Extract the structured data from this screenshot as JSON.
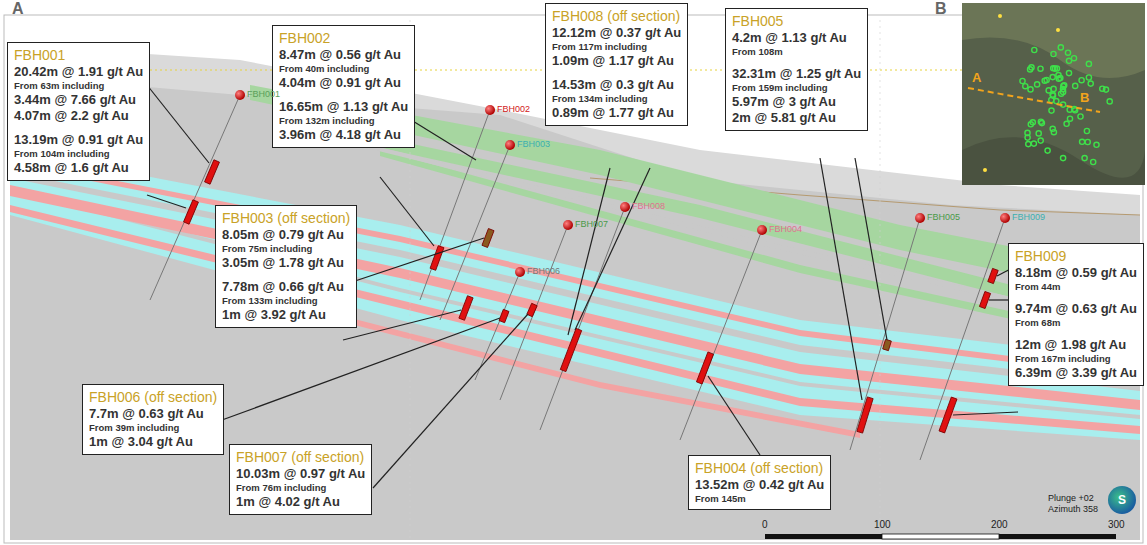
{
  "diagram": {
    "nodes": [
      {
        "text": [
          "FBH001",
          "20.42m @ 1.91 g/t Au",
          "From 63m including",
          "3.44m @ 7.66 g/t Au",
          "4.07m @ 2.2 g/t Au",
          "13.19m @ 0.91 g/t Au",
          "From 104m including",
          "4.58m @ 1.6 g/t Au"
        ]
      },
      {
        "text": [
          "FBH002",
          "8.47m @ 0.56 g/t Au",
          "From 40m including",
          "4.04m @ 0.91 g/t Au",
          "16.65m @ 1.13 g/t Au",
          "From 132m including",
          "3.96m @ 4.18 g/t Au"
        ]
      },
      {
        "text": [
          "FBH008 (off section)",
          "12.12m @ 0.37 g/t Au",
          "From 117m including",
          "1.09m @ 1.17 g/t Au",
          "14.53m @ 0.3 g/t Au",
          "From 134m including",
          "0.89m @ 1.77 g/t Au"
        ]
      },
      {
        "text": [
          "FBH005",
          "4.2m @ 1.13 g/t Au",
          "From 108m",
          "32.31m @ 1.25 g/t Au",
          "From 159m including",
          "5.97m @ 3 g/t Au",
          "2m @ 5.81 g/t Au"
        ]
      },
      {
        "text": [
          "FBH003 (off section)",
          "8.05m @ 0.79 g/t Au",
          "From 75m including",
          "3.05m @ 1.78 g/t Au",
          "7.78m @ 0.66 g/t Au",
          "From 133m including",
          "1m @ 3.92 g/t Au"
        ]
      },
      {
        "text": [
          "FBH009",
          "8.18m @ 0.59 g/t Au",
          "From 44m",
          "9.74m @ 0.63 g/t Au",
          "From 68m",
          "12m @ 1.98 g/t Au",
          "From 167m including",
          "6.39m @ 3.39 g/t Au"
        ]
      },
      {
        "text": [
          "FBH006 (off section)",
          "7.7m @ 0.63 g/t Au",
          "From 39m including",
          "1m @ 3.04 g/t Au"
        ]
      },
      {
        "text": [
          "FBH007 (off section)",
          "10.03m @ 0.97 g/t Au",
          "From 76m including",
          "1m @ 4.02 g/t Au"
        ]
      },
      {
        "text": [
          "FBH004 (off section)",
          "13.52m @ 0.42 g/t Au",
          "From 145m"
        ]
      }
    ],
    "labels": [
      "A",
      "B",
      "A",
      "B",
      "FBH001",
      "FBH002",
      "FBH003",
      "FBH008",
      "FBH007",
      "FBH006",
      "FBH004",
      "FBH005",
      "FBH009",
      "0",
      "100",
      "200",
      "300",
      "Plunge +02",
      "Azimuth 358",
      "S"
    ]
  }
}
